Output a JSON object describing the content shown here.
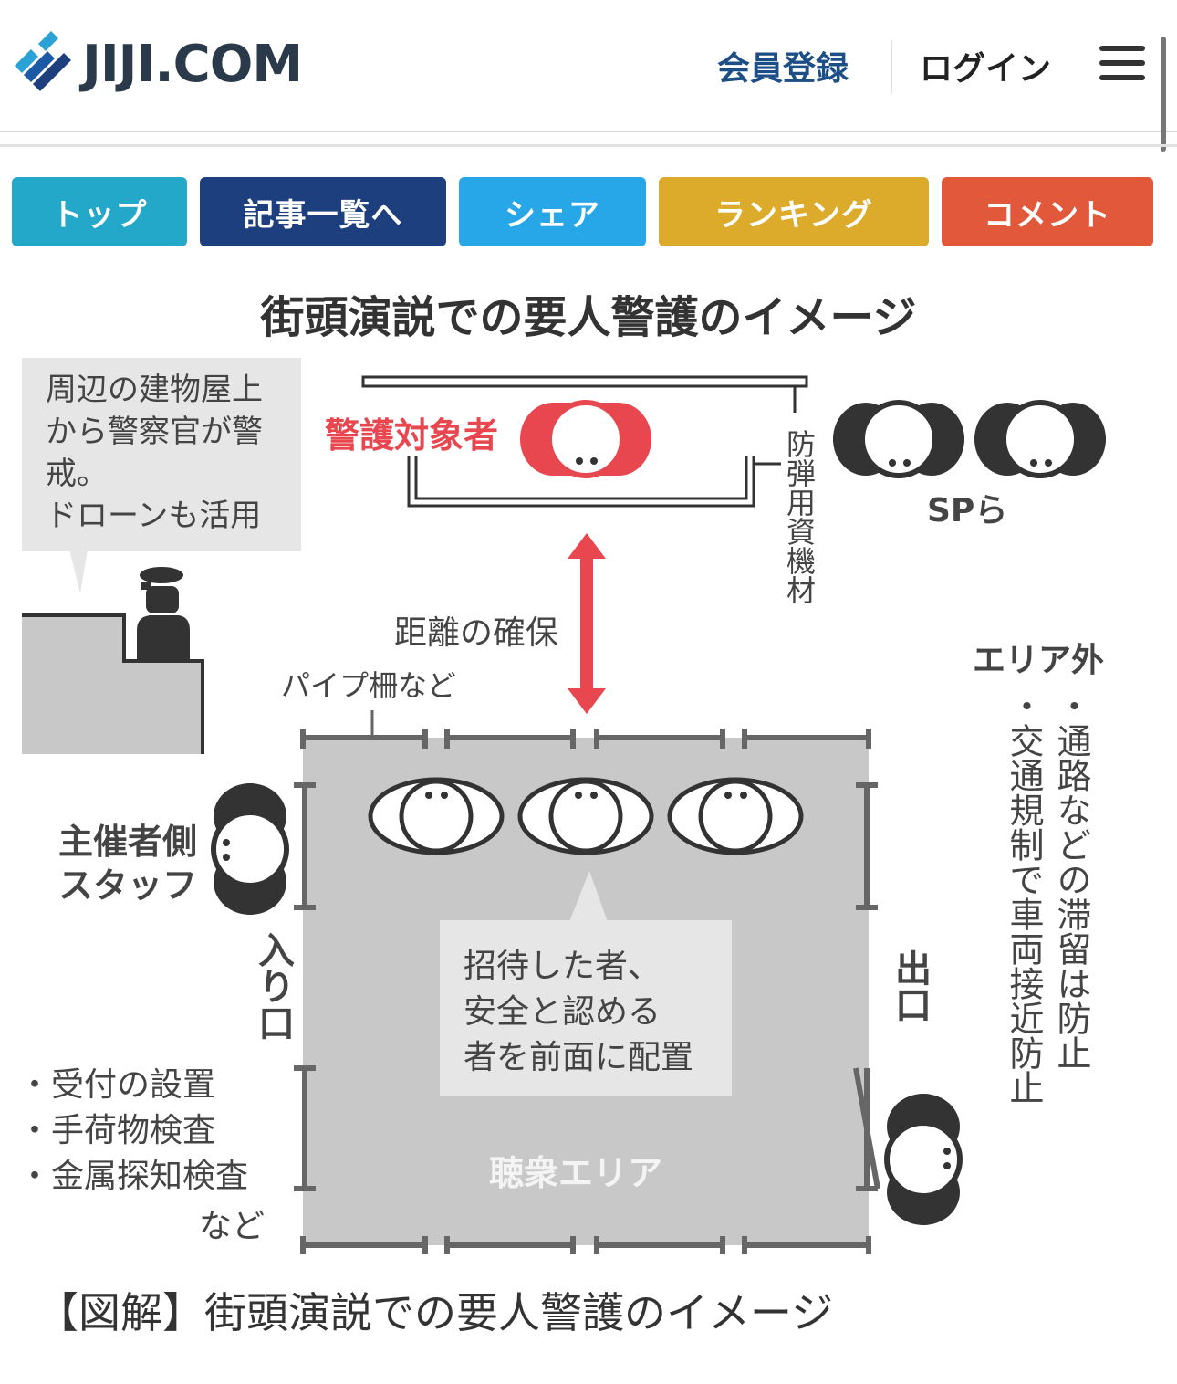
{
  "header": {
    "logo_text": "JIJI.COM",
    "register_label": "会員登録",
    "login_label": "ログイン"
  },
  "nav": [
    {
      "label": "トップ",
      "color": "#23a8c9"
    },
    {
      "label": "記事一覧へ",
      "color": "#1d3f7e"
    },
    {
      "label": "シェア",
      "color": "#27a6e8"
    },
    {
      "label": "ランキング",
      "color": "#ddab2c"
    },
    {
      "label": "コメント",
      "color": "#e2583b"
    }
  ],
  "diagram": {
    "title": "街頭演説での要人警護のイメージ",
    "rooftop_note": [
      "周辺の建物屋上",
      "から警察官が警",
      "戒。",
      "ドローンも活用"
    ],
    "protectee_label": "警護対象者",
    "bulletproof_label": "防弾用資機材",
    "sp_label": "SPら",
    "distance_label": "距離の確保",
    "pipe_fence_label": "パイプ柵など",
    "outside_area_label": "エリア外",
    "outside_notes": [
      "・通路などの滞留は防止",
      "・交通規制で車両接近防止"
    ],
    "organizer_staff_label": [
      "主催者側",
      "スタッフ"
    ],
    "entrance_label": "入り口",
    "exit_label": "出口",
    "front_note": [
      "招待した者、",
      "安全と認める",
      "者を前面に配置"
    ],
    "audience_area_label": "聴衆エリア",
    "checks": [
      "・受付の設置",
      "・手荷物検査",
      "・金属探知検査"
    ],
    "checks_etc": "など",
    "colors": {
      "red": "#e8474f",
      "dark": "#333333",
      "area_gray": "#c8c8c8"
    }
  },
  "caption": "【図解】街頭演説での要人警護のイメージ"
}
